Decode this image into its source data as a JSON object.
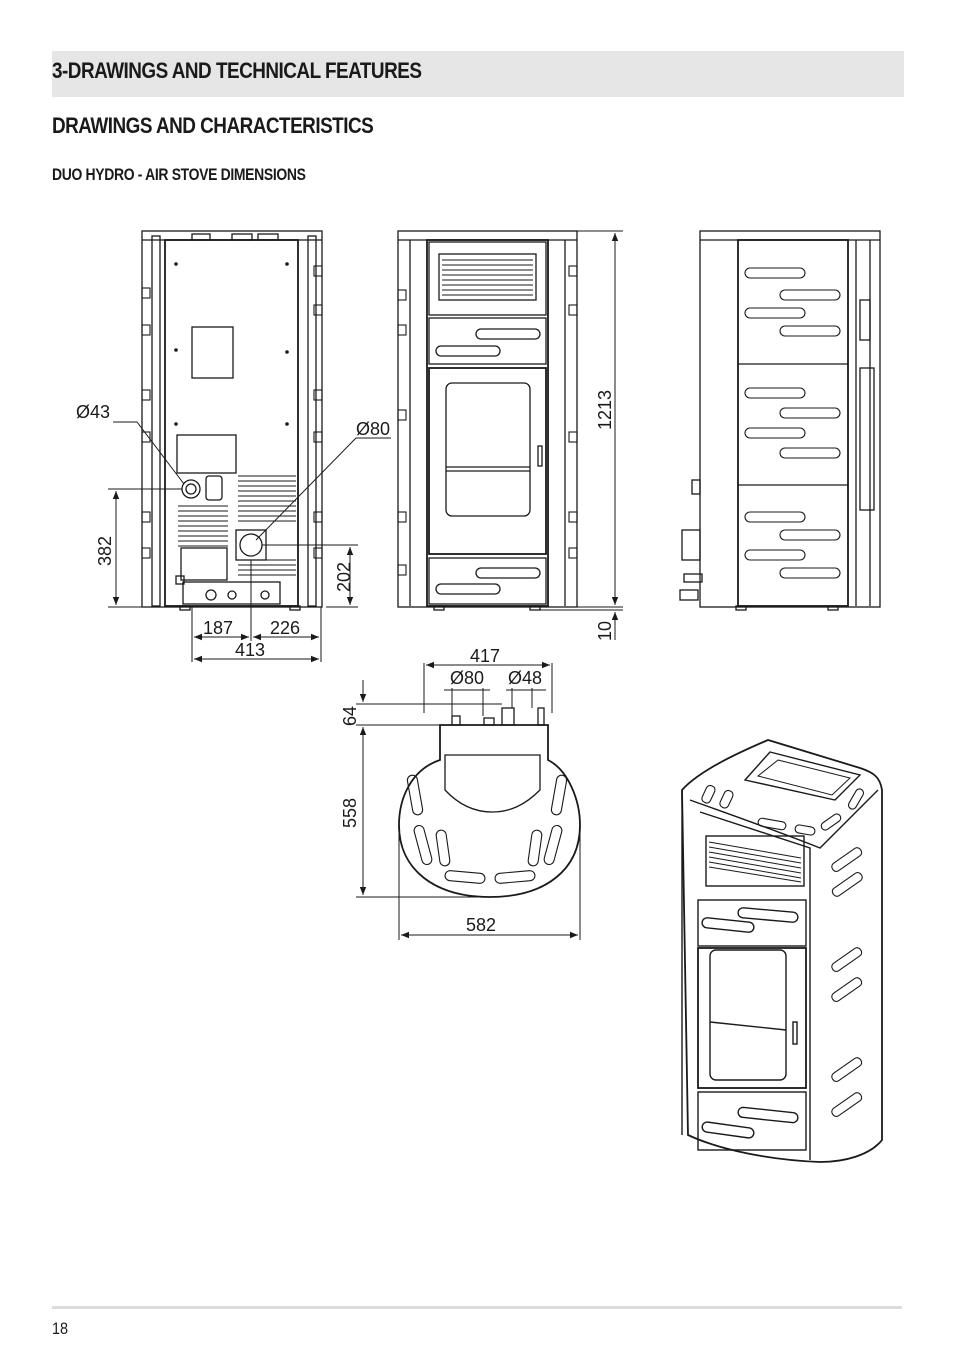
{
  "header": {
    "section_title": "3-DRAWINGS AND TECHNICAL FEATURES",
    "subtitle": "DRAWINGS AND CHARACTERISTICS",
    "caption": "DUO HYDRO - AIR STOVE DIMENSIONS"
  },
  "dimensions": {
    "rear_pipe_diameter": "Ø43",
    "rear_flue_diameter": "Ø80",
    "rear_connection_height": "382",
    "rear_flue_height": "202",
    "rear_left_offset": "187",
    "rear_right_offset": "226",
    "rear_width": "413",
    "front_height": "1213",
    "front_feet_height": "10",
    "top_connection_span": "417",
    "top_flue_diameter": "Ø80",
    "top_air_diameter": "Ø48",
    "top_connection_depth": "64",
    "top_depth": "558",
    "top_width": "582"
  },
  "footer": {
    "page_number": "18"
  }
}
